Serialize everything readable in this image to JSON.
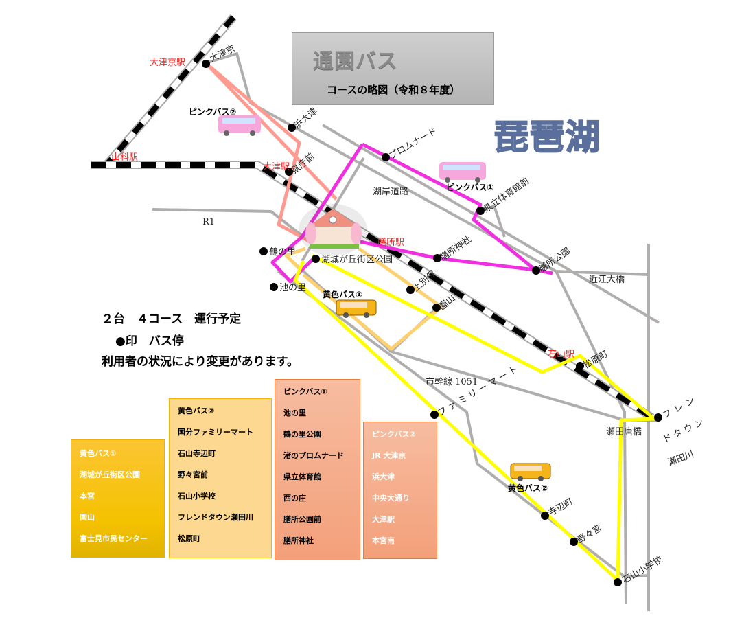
{
  "title": {
    "main": "通園バス",
    "sub": "コースの略図（令和８年度）"
  },
  "lake": "琵琶湖",
  "notes": [
    "２台　４コース　運行予定",
    "●印　バス停",
    "利用者の状況により変更があります。"
  ],
  "stations": [
    "大津京駅",
    "山科駅",
    "大津駅",
    "膳所駅",
    "石山駅"
  ],
  "stops": [
    "大津京",
    "浜大津",
    "県庁前",
    "プロムナード",
    "県立体育館前",
    "膳所公園",
    "膳所神社",
    "鶴の里",
    "湖城が丘街区公園",
    "池の里",
    "上別保",
    "園山",
    "松原町",
    "フレン",
    "ドタウン",
    "ファミリーマート",
    "寺辺町",
    "野々宮",
    "石山小学校"
  ],
  "roads": [
    "湖岸道路",
    "R1",
    "近江大橋",
    "市幹線 1051",
    "瀬田唐橋",
    "瀬田川"
  ],
  "bus_labels": [
    "ピンクバス②",
    "ピンクバス①",
    "黄色バス①",
    "黄色バス②"
  ],
  "routes": {
    "yellow1": {
      "title": "黄色バス①",
      "stops": [
        "湖城が丘街区公園",
        "本宮",
        "園山",
        "富士見市民センター"
      ]
    },
    "yellow2": {
      "title": "黄色バス②",
      "stops": [
        "国分ファミリーマート",
        "石山寺辺町",
        "野々宮前",
        "石山小学校",
        "フレンドタウン瀬田川",
        "松原町"
      ]
    },
    "pink1": {
      "title": "ピンクバス①",
      "stops": [
        "池の里",
        "鶴の里公園",
        "渚のプロムナード",
        "県立体育館",
        "西の庄",
        "膳所公園前",
        "膳所神社"
      ]
    },
    "pink2": {
      "title": "ピンクバス②",
      "stops": [
        "JR 大津京",
        "浜大津",
        "中央大通り",
        "大津駅",
        "本宮南"
      ]
    }
  },
  "colors": {
    "pink1": "#f030e0",
    "pink2": "#ff9a90",
    "yellow1": "#fdd070",
    "yellow2": "#ffff00",
    "road": "#b0adad",
    "lake": "#8fa8d8"
  }
}
